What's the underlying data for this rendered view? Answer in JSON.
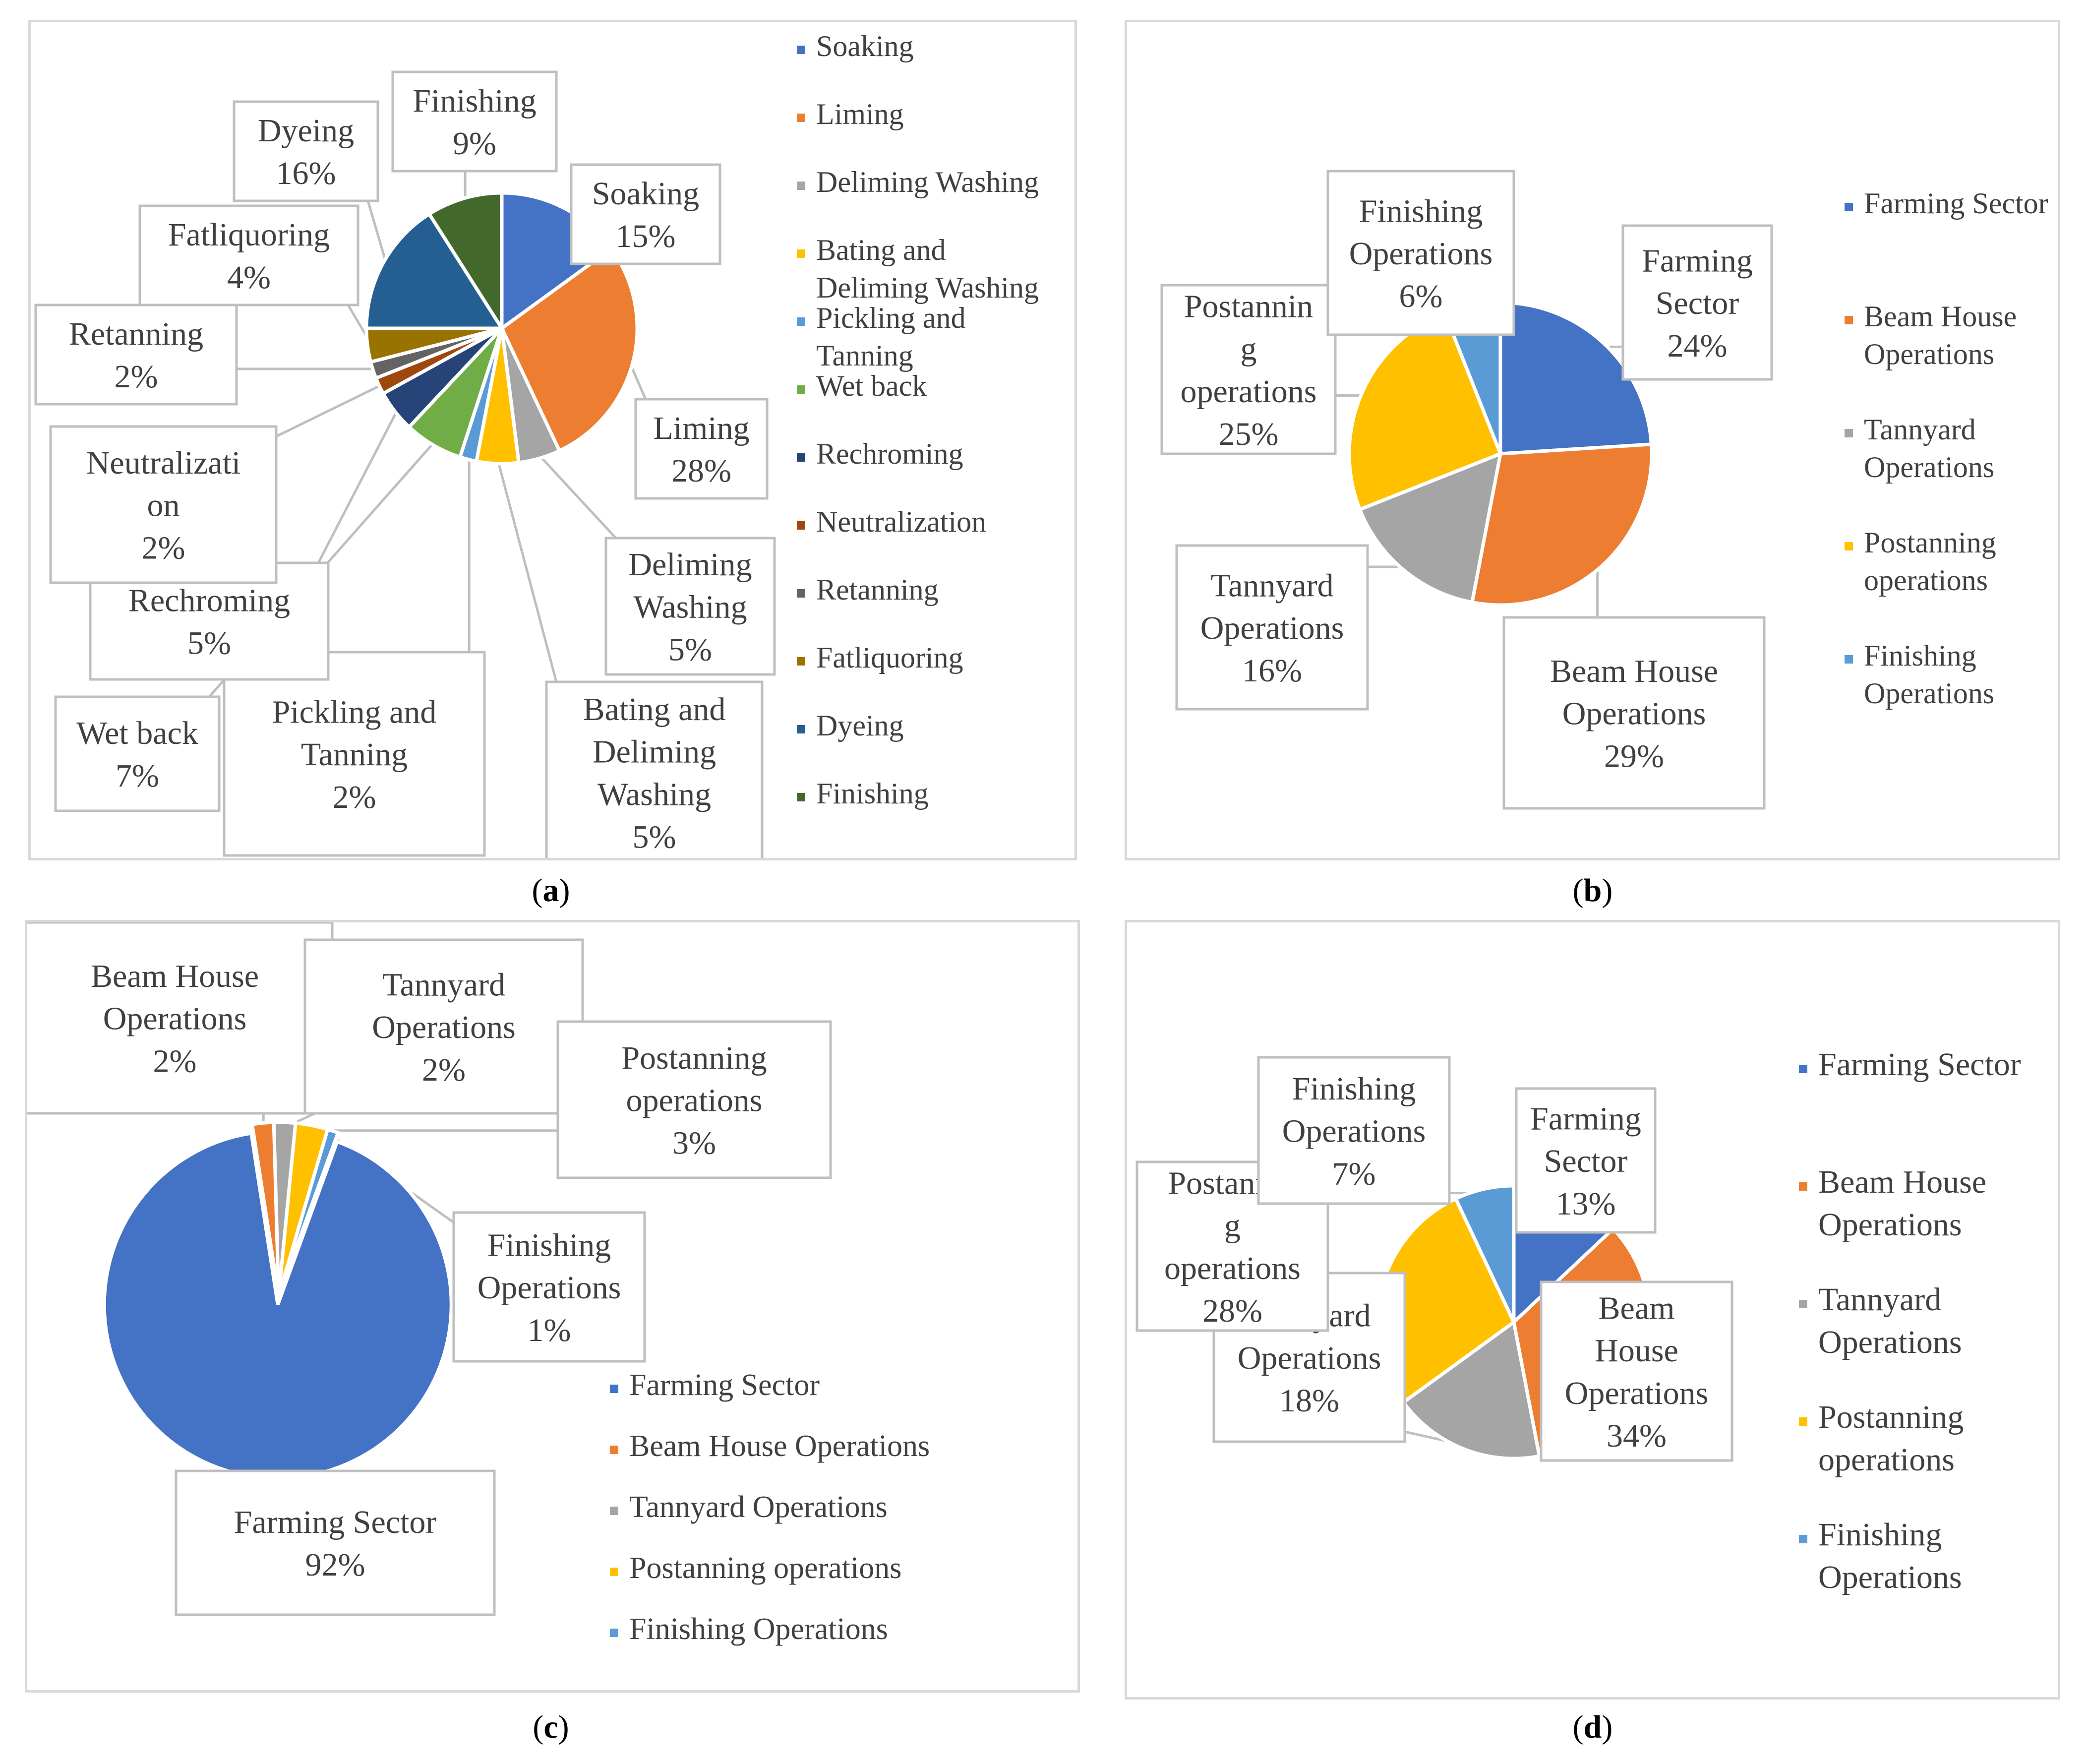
{
  "captions": [
    "a",
    "b",
    "c",
    "d"
  ],
  "chart_data": [
    {
      "type": "pie",
      "panel": "a",
      "categories": [
        "Soaking",
        "Liming",
        "Deliming Washing",
        "Bating and Deliming Washing",
        "Pickling and Tanning",
        "Wet back",
        "Rechroming",
        "Neutralization",
        "Retanning",
        "Fatliquoring",
        "Dyeing",
        "Finishing"
      ],
      "values": [
        15,
        28,
        5,
        5,
        2,
        7,
        5,
        2,
        2,
        4,
        16,
        9
      ],
      "value_labels": [
        "15%",
        "28%",
        "5%",
        "5%",
        "2%",
        "7%",
        "5%",
        "2%",
        "2%",
        "4%",
        "16%",
        "9%"
      ],
      "label_lines": [
        [
          "Soaking"
        ],
        [
          "Liming"
        ],
        [
          "Deliming",
          "Washing"
        ],
        [
          "Bating and",
          "Deliming",
          "Washing"
        ],
        [
          "Pickling and",
          "Tanning"
        ],
        [
          "Wet back"
        ],
        [
          "Rechroming"
        ],
        [
          "Neutralizati",
          "on"
        ],
        [
          "Retanning"
        ],
        [
          "Fatliquoring"
        ],
        [
          "Dyeing"
        ],
        [
          "Finishing"
        ]
      ],
      "legend": [
        "Soaking",
        "Liming",
        "Deliming Washing",
        "Bating and Deliming Washing",
        "Pickling and Tanning",
        "Wet back",
        "Rechroming",
        "Neutralization",
        "Retanning",
        "Fatliquoring",
        "Dyeing",
        "Finishing"
      ],
      "legend_lines": [
        [
          "Soaking"
        ],
        [
          "Liming"
        ],
        [
          "Deliming Washing"
        ],
        [
          "Bating and",
          "Deliming Washing"
        ],
        [
          "Pickling and",
          "Tanning"
        ],
        [
          "Wet back"
        ],
        [
          "Rechroming"
        ],
        [
          "Neutralization"
        ],
        [
          "Retanning"
        ],
        [
          "Fatliquoring"
        ],
        [
          "Dyeing"
        ],
        [
          "Finishing"
        ]
      ],
      "colors": [
        "#4472c4",
        "#ed7d31",
        "#a5a5a5",
        "#ffc000",
        "#5b9bd5",
        "#70ad47",
        "#264478",
        "#9e480e",
        "#636363",
        "#997300",
        "#255e91",
        "#43682b"
      ],
      "legend_position": "right"
    },
    {
      "type": "pie",
      "panel": "b",
      "categories": [
        "Farming Sector",
        "Beam House Operations",
        "Tannyard Operations",
        "Postanning operations",
        "Finishing Operations"
      ],
      "values": [
        24,
        29,
        16,
        25,
        6
      ],
      "value_labels": [
        "24%",
        "29%",
        "16%",
        "25%",
        "6%"
      ],
      "label_lines": [
        [
          "Farming",
          "Sector"
        ],
        [
          "Beam House",
          "Operations"
        ],
        [
          "Tannyard",
          "Operations"
        ],
        [
          "Postannin",
          "g",
          "operations"
        ],
        [
          "Finishing",
          "Operations"
        ]
      ],
      "legend": [
        "Farming Sector",
        "Beam House Operations",
        "Tannyard Operations",
        "Postanning operations",
        "Finishing Operations"
      ],
      "legend_lines": [
        [
          "Farming Sector"
        ],
        [
          "Beam House",
          "Operations"
        ],
        [
          "Tannyard",
          "Operations"
        ],
        [
          "Postanning",
          "operations"
        ],
        [
          "Finishing",
          "Operations"
        ]
      ],
      "colors": [
        "#4472c4",
        "#ed7d31",
        "#a5a5a5",
        "#ffc000",
        "#5b9bd5"
      ],
      "legend_position": "right"
    },
    {
      "type": "pie",
      "panel": "c",
      "categories": [
        "Farming Sector",
        "Beam House Operations",
        "Tannyard Operations",
        "Postanning operations",
        "Finishing Operations"
      ],
      "values": [
        92,
        2,
        2,
        3,
        1
      ],
      "value_labels": [
        "92%",
        "2%",
        "2%",
        "3%",
        "1%"
      ],
      "label_lines": [
        [
          "Farming Sector"
        ],
        [
          "Beam House",
          "Operations"
        ],
        [
          "Tannyard",
          "Operations"
        ],
        [
          "Postanning",
          "operations"
        ],
        [
          "Finishing",
          "Operations"
        ]
      ],
      "legend": [
        "Farming Sector",
        "Beam House Operations",
        "Tannyard Operations",
        "Postanning operations",
        "Finishing Operations"
      ],
      "legend_lines": [
        [
          "Farming Sector"
        ],
        [
          "Beam House Operations"
        ],
        [
          "Tannyard Operations"
        ],
        [
          "Postanning operations"
        ],
        [
          "Finishing Operations"
        ]
      ],
      "colors": [
        "#4472c4",
        "#ed7d31",
        "#a5a5a5",
        "#ffc000",
        "#5b9bd5"
      ],
      "legend_position": "bottom-right"
    },
    {
      "type": "pie",
      "panel": "d",
      "categories": [
        "Farming Sector",
        "Beam House Operations",
        "Tannyard Operations",
        "Postanning operations",
        "Finishing Operations"
      ],
      "values": [
        13,
        34,
        18,
        28,
        7
      ],
      "value_labels": [
        "13%",
        "34%",
        "18%",
        "28%",
        "7%"
      ],
      "label_lines": [
        [
          "Farming",
          "Sector"
        ],
        [
          "Beam",
          "House",
          "Operations"
        ],
        [
          "Tannyard",
          "Operations"
        ],
        [
          "Postannin",
          "g",
          "operations"
        ],
        [
          "Finishing",
          "Operations"
        ]
      ],
      "legend": [
        "Farming Sector",
        "Beam House Operations",
        "Tannyard Operations",
        "Postanning operations",
        "Finishing Operations"
      ],
      "legend_lines": [
        [
          "Farming Sector"
        ],
        [
          "Beam House",
          "Operations"
        ],
        [
          "Tannyard",
          "Operations"
        ],
        [
          "Postanning",
          "operations"
        ],
        [
          "Finishing",
          "Operations"
        ]
      ],
      "colors": [
        "#4472c4",
        "#ed7d31",
        "#a5a5a5",
        "#ffc000",
        "#5b9bd5"
      ],
      "legend_position": "right"
    }
  ]
}
